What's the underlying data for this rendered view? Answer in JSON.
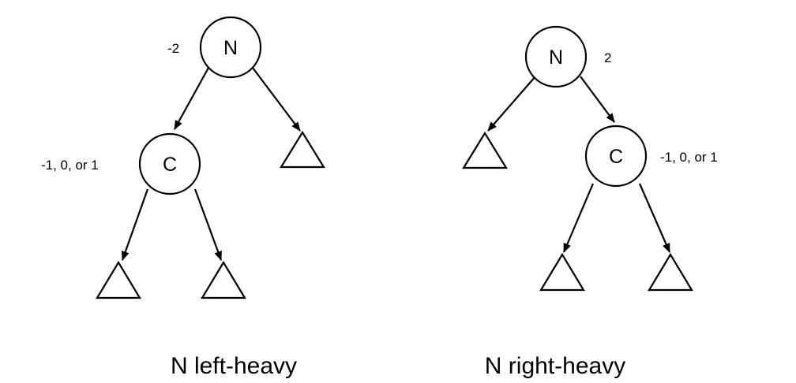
{
  "left_tree": {
    "root_label": "N",
    "root_balance": "-2",
    "child_label": "C",
    "child_balance": "-1, 0, or 1",
    "caption": "N left-heavy"
  },
  "right_tree": {
    "root_label": "N",
    "root_balance": "2",
    "child_label": "C",
    "child_balance": "-1, 0, or 1",
    "caption": "N right-heavy"
  },
  "colors": {
    "stroke": "#000000",
    "background": "#ffffff"
  }
}
